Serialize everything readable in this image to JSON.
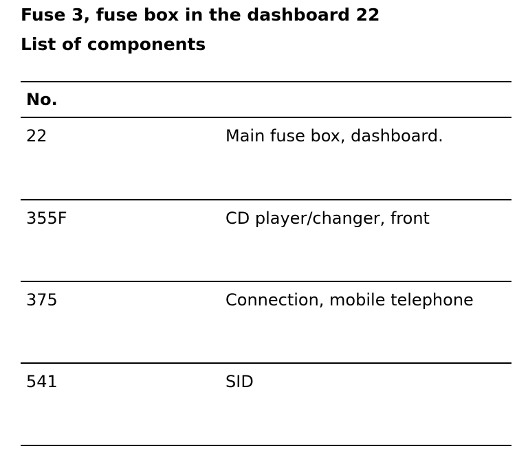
{
  "document": {
    "title": "Fuse 3, fuse box in the dashboard 22",
    "subtitle": "List of components"
  },
  "table": {
    "header_no": "No.",
    "rows": [
      {
        "no": "22",
        "description": "Main fuse box, dashboard."
      },
      {
        "no": "355F",
        "description": "CD player/changer, front"
      },
      {
        "no": "375",
        "description": "Connection, mobile telephone"
      },
      {
        "no": "541",
        "description": "SID"
      }
    ]
  }
}
